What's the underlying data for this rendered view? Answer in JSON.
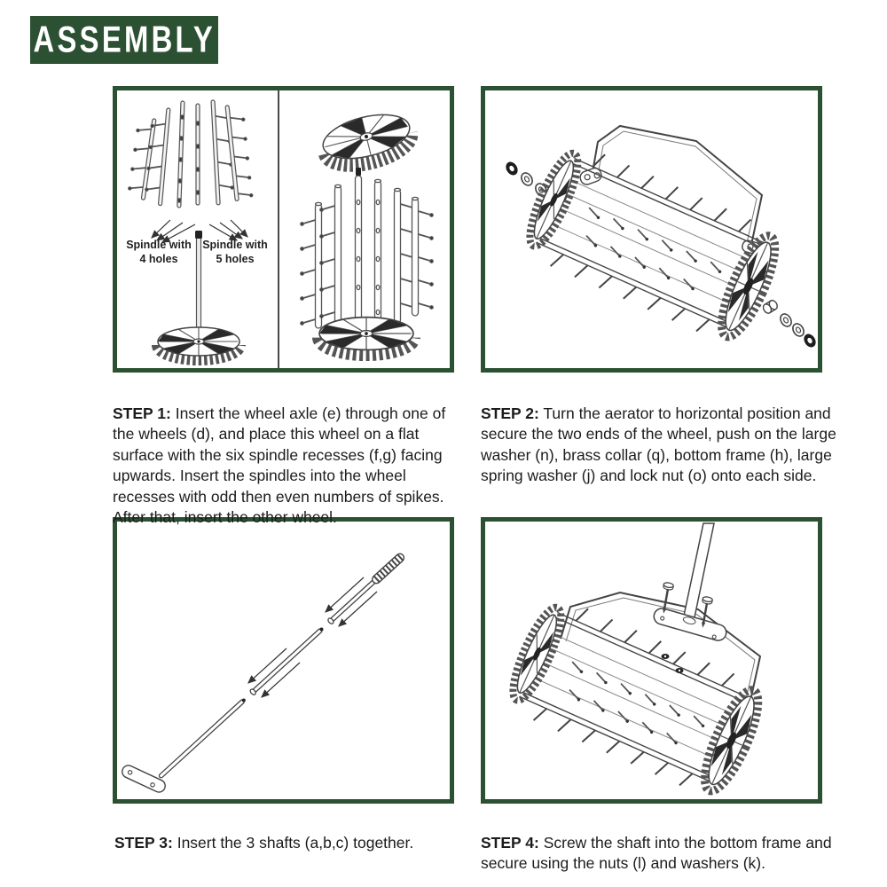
{
  "page": {
    "title": "ASSEMBLY"
  },
  "colors": {
    "accent_green": "#2b5132",
    "text": "#1c1c1c",
    "line_art": "#444444"
  },
  "panel1_labels": {
    "spindle4": "Spindle with 4 holes",
    "spindle5": "Spindle with 5 holes"
  },
  "steps": [
    {
      "label": "STEP 1:",
      "text": "Insert the wheel axle (e) through one of the wheels (d), and place this wheel on a flat surface with the six spindle recesses (f,g) facing upwards. Insert the spindles into the wheel recesses with odd then even numbers of spikes. After that, insert the other wheel."
    },
    {
      "label": "STEP 2:",
      "text": "Turn the aerator to horizontal position and secure the two ends of the wheel, push on the large washer (n), brass collar (q), bottom frame (h), large spring washer (j) and lock nut (o) onto each side."
    },
    {
      "label": "STEP 3:",
      "text": "Insert the 3 shafts (a,b,c) together."
    },
    {
      "label": "STEP 4:",
      "text": "Screw the shaft into the bottom frame and secure using the nuts (l) and washers (k)."
    }
  ]
}
